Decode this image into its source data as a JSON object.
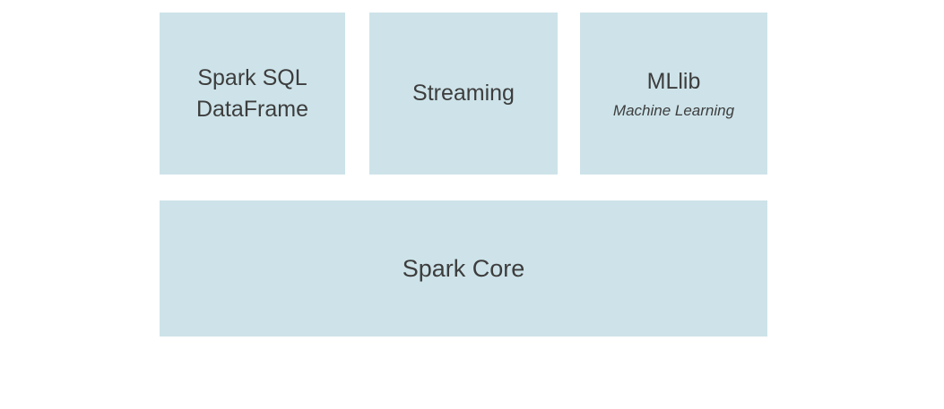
{
  "colors": {
    "box_bg": "#cde3e9",
    "text": "#3d3d3d"
  },
  "boxes": {
    "spark_sql": {
      "line1": "Spark SQL",
      "line2": "DataFrame"
    },
    "streaming": {
      "label": "Streaming"
    },
    "mllib": {
      "title": "MLlib",
      "subtitle": "Machine Learning"
    },
    "spark_core": {
      "label": "Spark Core"
    }
  }
}
